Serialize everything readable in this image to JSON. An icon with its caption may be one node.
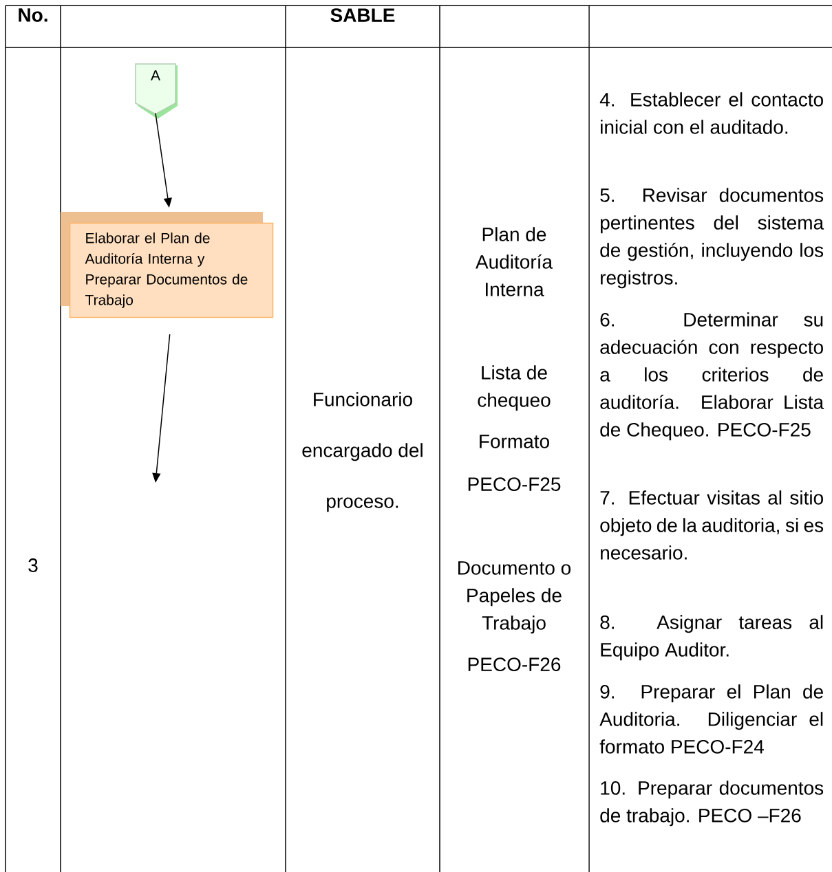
{
  "diagram": {
    "nodes": [
      {
        "text": [
          "A"
        ]
      },
      {
        "text": [
          "Elaborar el Plan de Auditoría Interna y Preparar Documentos de Trabajo"
        ]
      }
    ],
    "edges": [
      {
        "from": 0,
        "to": 1,
        "arrow": "to"
      },
      {
        "from": 1,
        "to": null,
        "arrow": "to"
      }
    ],
    "labels": [
      "No.",
      "SABLE",
      "3",
      "Funcionario encargado del proceso.",
      "Plan de Auditoría Interna",
      "Lista de chequeo",
      "Formato",
      "PECO-F25",
      "Documento o Papeles de Trabajo",
      "PECO-F26",
      "4. Establecer el contacto inicial con el auditado.",
      "5. Revisar documentos pertinentes del sistema de gestión, incluyendo los registros.",
      "6. Determinar su adecuación con respecto a los criterios de auditoría. Elaborar Lista de Chequeo. PECO-F25",
      "7. Efectuar visitas al sitio objeto de la auditoria, si es necesario.",
      "8. Asignar tareas al Equipo Auditor.",
      "9. Preparar el Plan de Auditoria. Diligenciar el formato PECO-F24",
      "10. Preparar documentos de trabajo. PECO –F26"
    ]
  }
}
